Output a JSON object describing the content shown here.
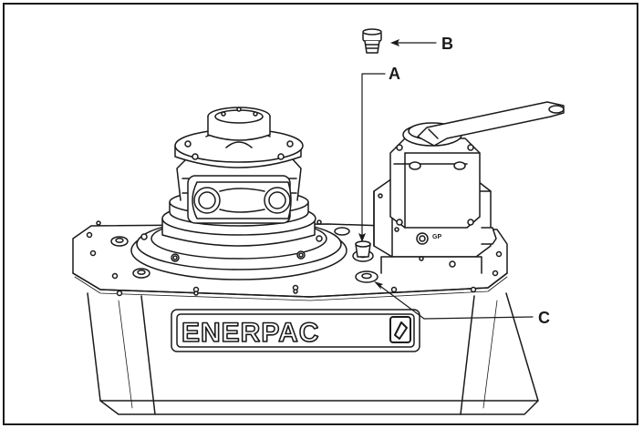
{
  "callouts": {
    "a": "A",
    "b": "B",
    "c": "C"
  },
  "brand": {
    "name": "ENERPAC",
    "valve_marking": "GP"
  },
  "colors": {
    "line": "#1a1a1a",
    "background": "#ffffff"
  }
}
